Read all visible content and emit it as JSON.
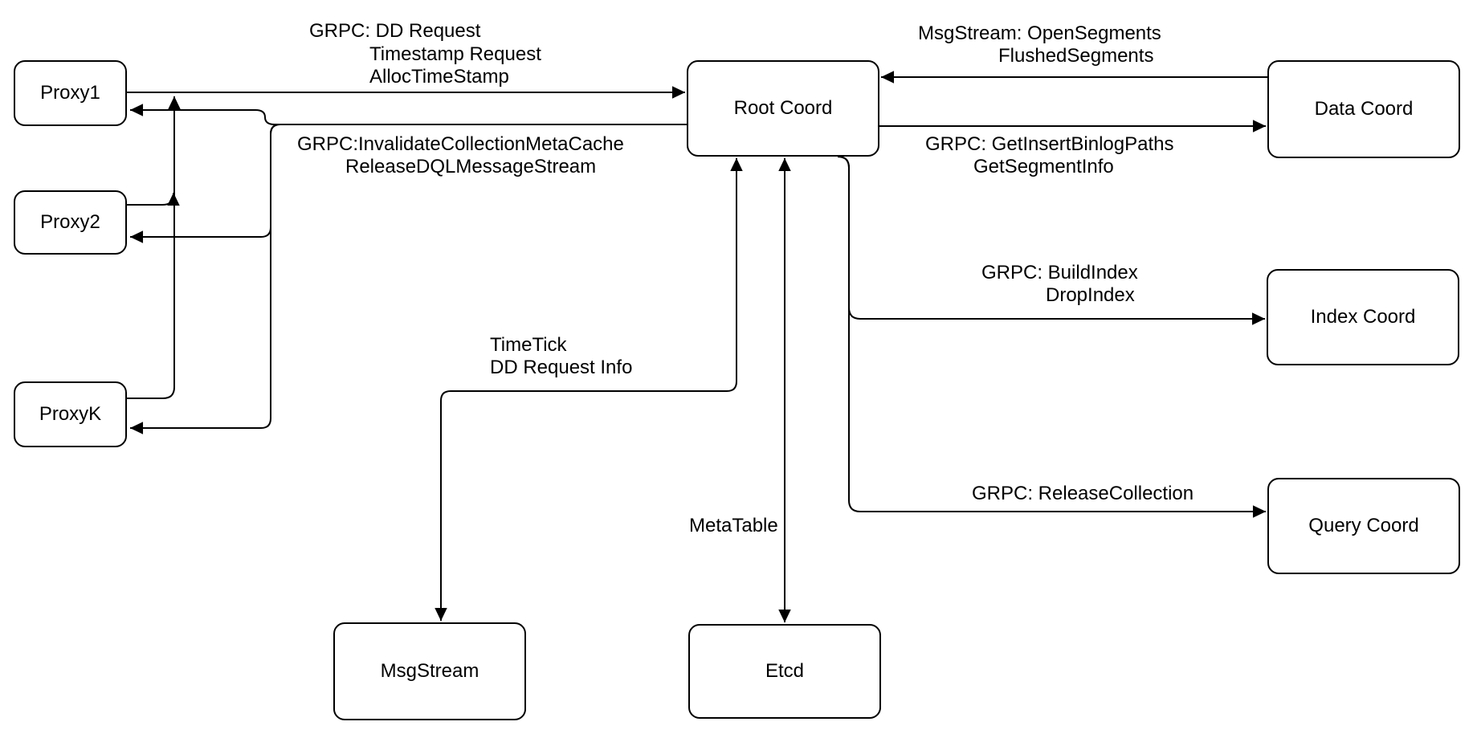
{
  "nodes": {
    "proxy1": "Proxy1",
    "proxy2": "Proxy2",
    "proxyk": "ProxyK",
    "root_coord": "Root Coord",
    "data_coord": "Data Coord",
    "index_coord": "Index Coord",
    "query_coord": "Query Coord",
    "msgstream": "MsgStream",
    "etcd": "Etcd"
  },
  "edge_labels": {
    "proxy_to_root": {
      "l1": "GRPC: DD Request",
      "l2": "Timestamp Request",
      "l3": "AllocTimeStamp"
    },
    "root_to_proxy": {
      "l1": "GRPC:InvalidateCollectionMetaCache",
      "l2": "ReleaseDQLMessageStream"
    },
    "data_to_root": {
      "l1": "MsgStream: OpenSegments",
      "l2": "FlushedSegments"
    },
    "root_to_data": {
      "l1": "GRPC: GetInsertBinlogPaths",
      "l2": "GetSegmentInfo"
    },
    "root_to_index": {
      "l1": "GRPC: BuildIndex",
      "l2": "DropIndex"
    },
    "root_to_query": {
      "l1": "GRPC: ReleaseCollection"
    },
    "root_to_msgstream": {
      "l1": "TimeTick",
      "l2": "DD Request Info"
    },
    "root_to_etcd": {
      "l1": "MetaTable"
    }
  },
  "colors": {
    "stroke": "#000000",
    "node_fill": "#ffffff",
    "background": "#ffffff",
    "text": "#000000"
  }
}
